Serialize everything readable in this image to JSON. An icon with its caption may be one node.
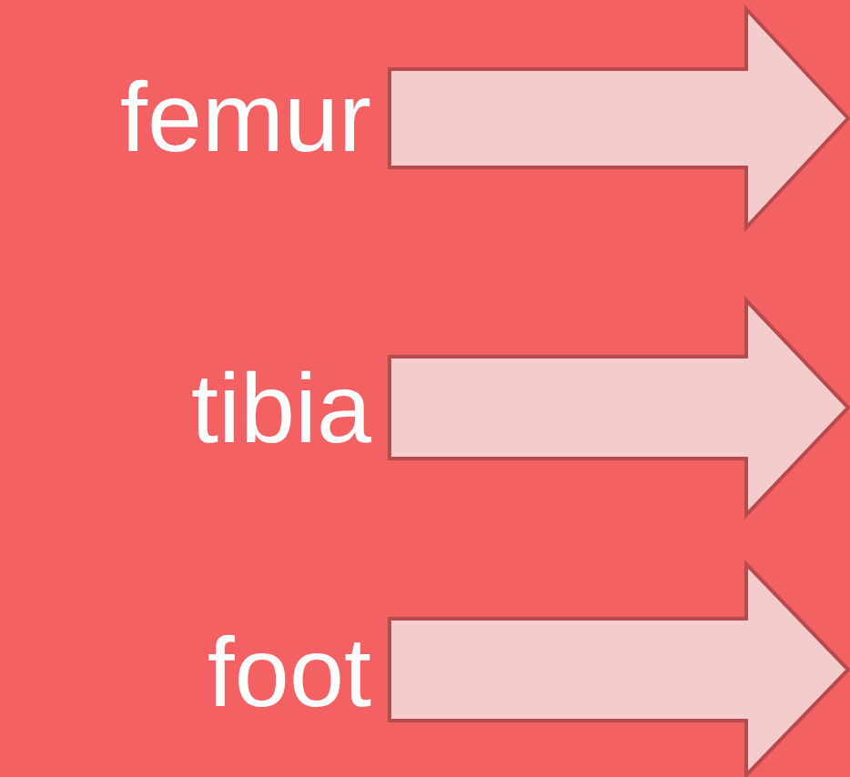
{
  "diagram": {
    "nodes": [
      {
        "text": [
          "femur"
        ]
      },
      {
        "text": [
          "tibia"
        ]
      },
      {
        "text": [
          "foot"
        ]
      }
    ],
    "edges": [
      {
        "from": 0,
        "to": null,
        "arrow": "to"
      },
      {
        "from": 1,
        "to": null,
        "arrow": "to"
      },
      {
        "from": 2,
        "to": null,
        "arrow": "to"
      }
    ]
  }
}
